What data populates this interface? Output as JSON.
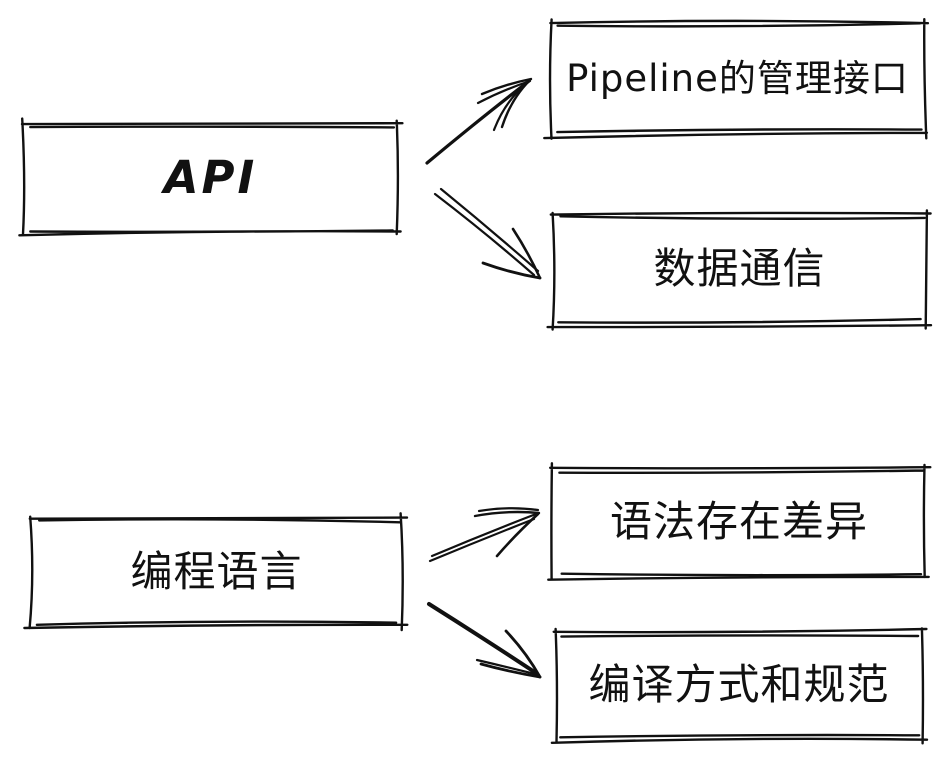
{
  "diagram": {
    "colors": {
      "background": "#ffffff",
      "stroke": "#111111",
      "text": "#111111"
    },
    "nodes": [
      {
        "id": "api",
        "label": "API"
      },
      {
        "id": "pipeline-management-interface",
        "label": "Pipeline的管理接口"
      },
      {
        "id": "data-communication",
        "label": "数据通信"
      },
      {
        "id": "programming-language",
        "label": "编程语言"
      },
      {
        "id": "syntax-differences",
        "label": "语法存在差异"
      },
      {
        "id": "compilation-methods-and-specs",
        "label": "编译方式和规范"
      }
    ],
    "edges": [
      {
        "from": "api",
        "to": "pipeline-management-interface"
      },
      {
        "from": "api",
        "to": "data-communication"
      },
      {
        "from": "programming-language",
        "to": "syntax-differences"
      },
      {
        "from": "programming-language",
        "to": "compilation-methods-and-specs"
      }
    ]
  }
}
